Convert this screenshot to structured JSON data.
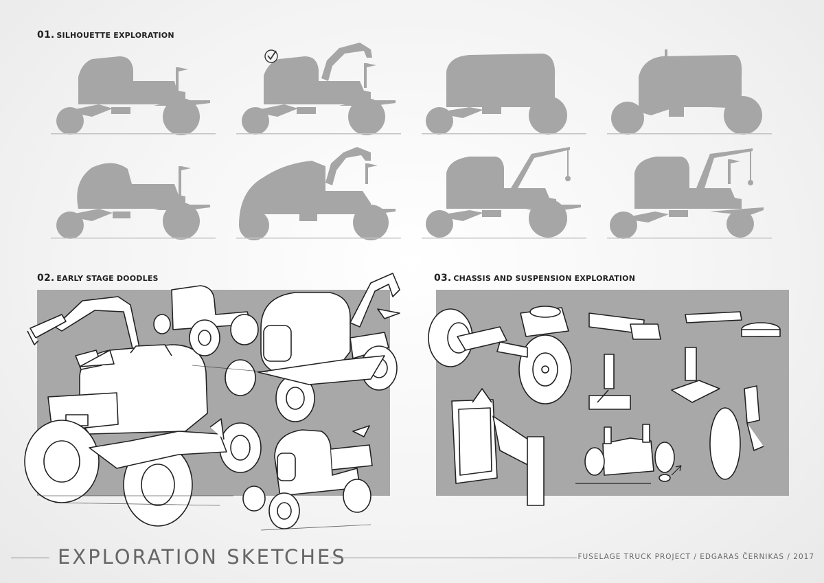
{
  "sections": {
    "silhouette": {
      "number": "01.",
      "title": "SILHOUETTE EXPLORATION"
    },
    "doodles": {
      "number": "02.",
      "title": "EARLY STAGE DOODLES"
    },
    "chassis": {
      "number": "03.",
      "title": "CHASSIS AND SUSPENSION EXPLORATION"
    }
  },
  "footer": {
    "title": "EXPLORATION SKETCHES",
    "credit": "FUSELAGE TRUCK PROJECT / EDGARAS ČERNIKAS / 2017"
  },
  "colors": {
    "silhouette": "#a6a6a6",
    "panel": "#a8a8a8",
    "ground": "#c4c4c4",
    "ink": "#222222"
  },
  "selected_marker": "check-icon"
}
